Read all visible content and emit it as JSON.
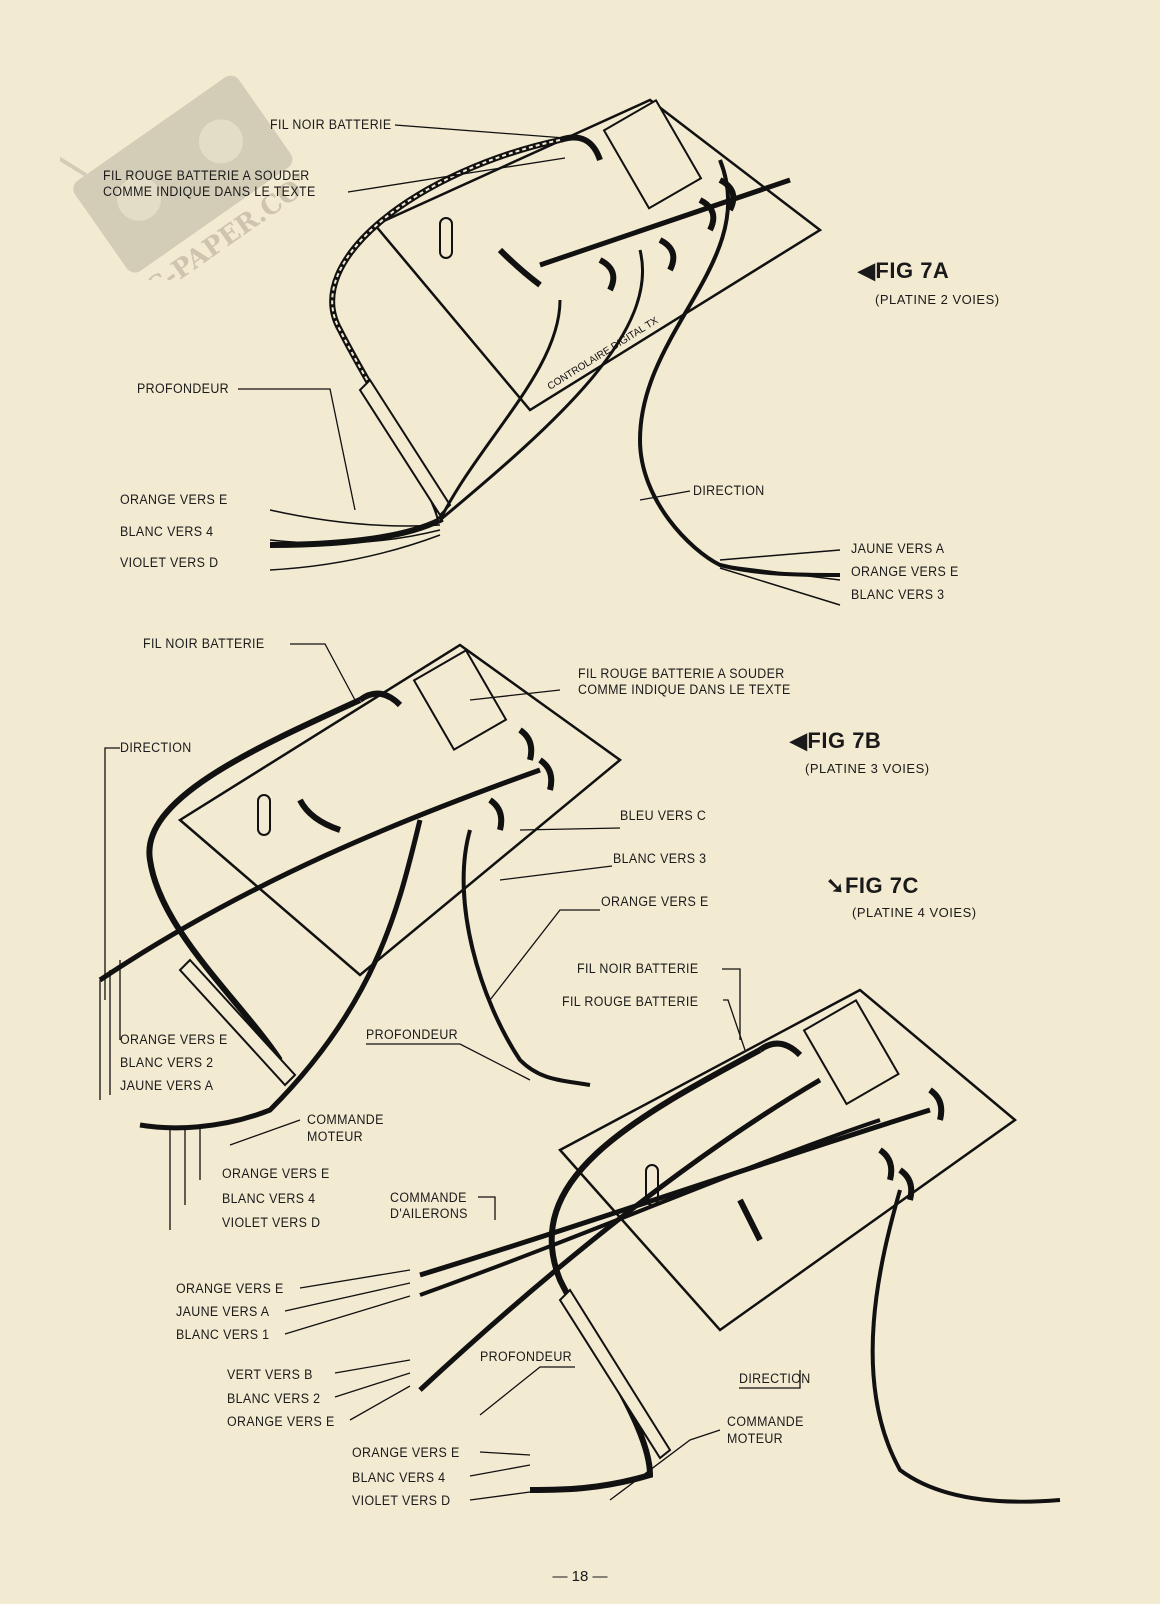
{
  "watermark": "RC-PAPER.COM",
  "fig7a": {
    "title": "FIG 7A",
    "subtitle": "(PLATINE 2 VOIES)",
    "board_text": "CONTROLAIRE DIGITAL TX",
    "labels": {
      "fil_noir": "FIL NOIR BATTERIE",
      "fil_rouge_1": "FIL ROUGE BATTERIE A SOUDER",
      "fil_rouge_2": "COMME INDIQUE DANS LE TEXTE",
      "profondeur": "PROFONDEUR",
      "orange_e": "ORANGE VERS E",
      "blanc_4": "BLANC VERS 4",
      "violet_d": "VIOLET VERS D",
      "direction": "DIRECTION",
      "jaune_a": "JAUNE VERS A",
      "orange_e2": "ORANGE VERS E",
      "blanc_3": "BLANC VERS 3"
    }
  },
  "fig7b": {
    "title": "FIG 7B",
    "subtitle": "(PLATINE 3 VOIES)",
    "labels": {
      "fil_noir": "FIL NOIR BATTERIE",
      "fil_rouge_1": "FIL ROUGE BATTERIE A SOUDER",
      "fil_rouge_2": "COMME INDIQUE DANS LE TEXTE",
      "direction": "DIRECTION",
      "bleu_c": "BLEU VERS C",
      "blanc_3": "BLANC VERS 3",
      "orange_e": "ORANGE VERS E",
      "orange_e2": "ORANGE VERS E",
      "blanc_2": "BLANC VERS 2",
      "jaune_a": "JAUNE VERS A",
      "profondeur": "PROFONDEUR",
      "commande_1": "COMMANDE",
      "moteur": "MOTEUR",
      "orange_e3": "ORANGE VERS E",
      "blanc_4": "BLANC VERS 4",
      "violet_d": "VIOLET VERS D"
    }
  },
  "fig7c": {
    "title": "FIG 7C",
    "subtitle": "(PLATINE 4 VOIES)",
    "labels": {
      "fil_noir": "FIL NOIR BATTERIE",
      "fil_rouge": "FIL ROUGE BATTERIE",
      "ailerons_1": "COMMANDE",
      "ailerons_2": "D'AILERONS",
      "orange_e": "ORANGE VERS E",
      "jaune_a": "JAUNE VERS A",
      "blanc_1": "BLANC VERS 1",
      "vert_b": "VERT VERS B",
      "blanc_2": "BLANC VERS 2",
      "orange_e2": "ORANGE VERS E",
      "profondeur": "PROFONDEUR",
      "direction": "DIRECTION",
      "commande_1": "COMMANDE",
      "moteur": "MOTEUR",
      "orange_e3": "ORANGE VERS E",
      "blanc_4": "BLANC VERS 4",
      "violet_d": "VIOLET VERS D"
    }
  },
  "page_number": "— 18 —"
}
